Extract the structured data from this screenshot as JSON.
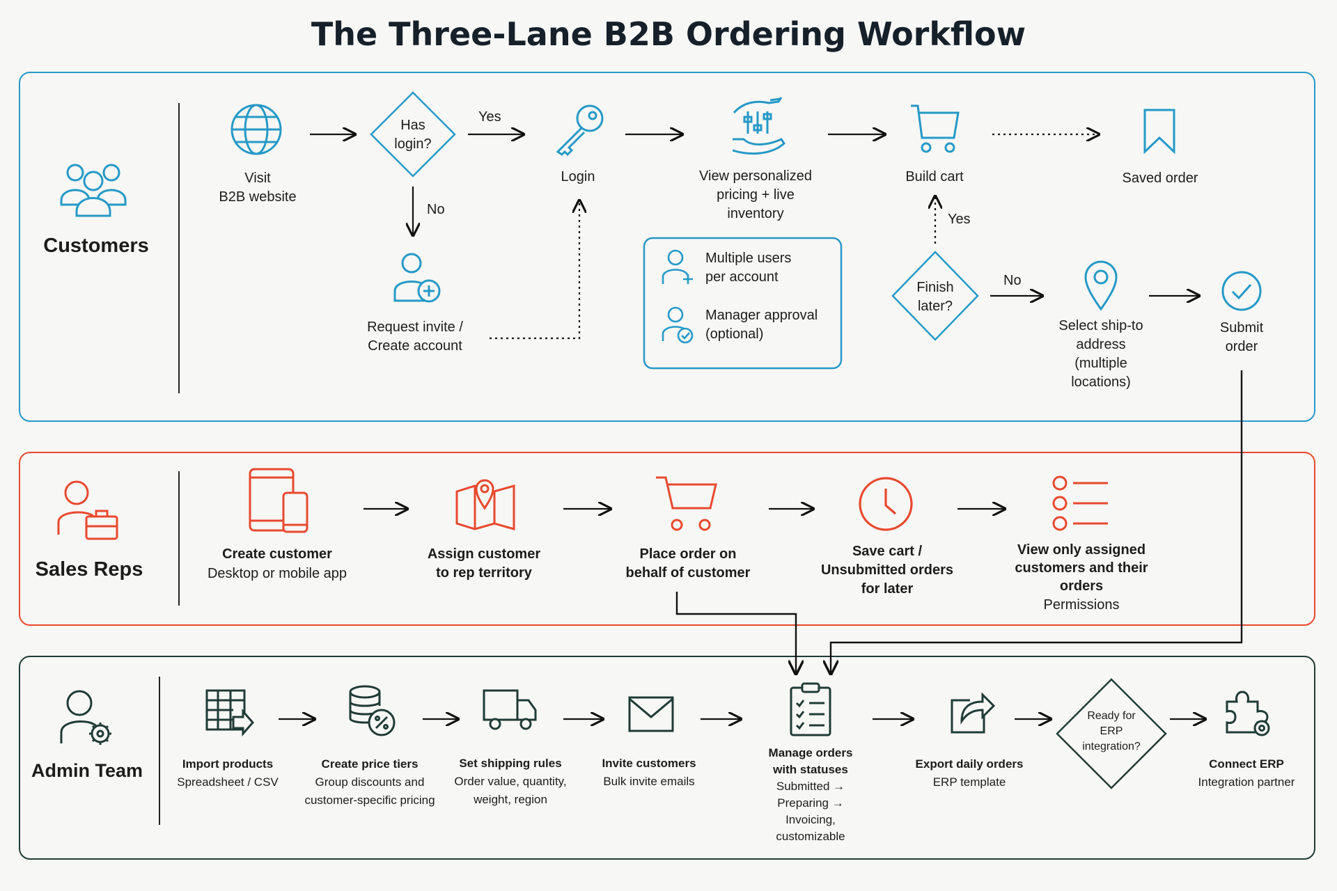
{
  "title": "The Three-Lane B2B Ordering Workflow",
  "colors": {
    "customers": "#2599c7",
    "sales": "#e8492f",
    "admin": "#1f3b35"
  },
  "customers": {
    "name": "Customers",
    "visit": "Visit\nB2B website",
    "has_login": "Has\nlogin?",
    "yes": "Yes",
    "no": "No",
    "request": "Request invite /\nCreate account",
    "login": "Login",
    "view_pricing": "View personalized\npricing + live\ninventory",
    "build_cart": "Build cart",
    "saved_order": "Saved order",
    "finish_later": "Finish\nlater?",
    "yes2": "Yes",
    "no2": "No",
    "ship_to": "Select ship-to\naddress\n(multiple\nlocations)",
    "submit": "Submit\norder",
    "box_multi": "Multiple users\nper account",
    "box_approval": "Manager approval\n(optional)"
  },
  "sales": {
    "name": "Sales Reps",
    "create_customer": "Create customer",
    "create_customer_sub": "Desktop or mobile app",
    "assign": "Assign customer\nto rep territory",
    "place": "Place order on\nbehalf of customer",
    "save_cart": "Save cart /\nUnsubmitted orders\nfor later",
    "view_assigned": "View only assigned\ncustomers and their\norders",
    "view_assigned_sub": "Permissions"
  },
  "admin": {
    "name": "Admin Team",
    "import": "Import products",
    "import_sub": "Spreadsheet / CSV",
    "tiers": "Create price tiers",
    "tiers_sub": "Group discounts and\ncustomer-specific pricing",
    "shipping": "Set shipping rules",
    "shipping_sub": "Order value, quantity,\nweight, region",
    "invite": "Invite customers",
    "invite_sub": "Bulk invite emails",
    "manage": "Manage orders\nwith statuses",
    "manage_sub": "Submitted →\nPreparing →\nInvoicing,\ncustomizable",
    "export": "Export daily orders",
    "export_sub": "ERP template",
    "ready": "Ready for\nERP\nintegration?",
    "connect": "Connect ERP",
    "connect_sub": "Integration partner"
  }
}
